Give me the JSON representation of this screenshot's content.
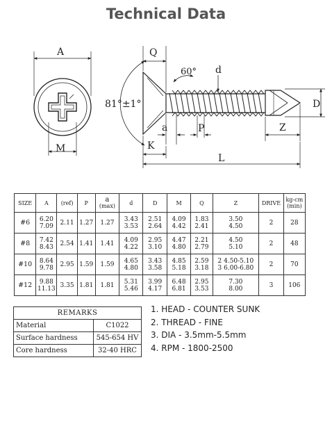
{
  "title": "Technical Data",
  "drawing": {
    "labels": {
      "A": "A",
      "M": "M",
      "Q": "Q",
      "K": "K",
      "L": "L",
      "d": "d",
      "D": "D",
      "a": "a",
      "P": "P",
      "Z": "Z",
      "angle_head": "81°±1°",
      "angle_tip": "60°"
    }
  },
  "spec_table": {
    "headers": {
      "size": "SIZE",
      "A": "A",
      "ref": "(ref)",
      "P": "P",
      "a": "a",
      "a_sub": "(max)",
      "d": "d",
      "D": "D",
      "M": "M",
      "Q": "Q",
      "Z": "Z",
      "drive": "DRIVE",
      "torque": "kg-cm",
      "torque_sub": "(min)"
    },
    "rows": [
      {
        "size": "#6",
        "A": [
          "6.20",
          "7.09"
        ],
        "ref": "2.11",
        "P": "1.27",
        "a": "1.27",
        "d": [
          "3.43",
          "3.53"
        ],
        "D": [
          "2.51",
          "2.64"
        ],
        "M": [
          "4.09",
          "4.42"
        ],
        "Q": [
          "1.83",
          "2.41"
        ],
        "Z": [
          "3.50",
          "4.50"
        ],
        "drive": "2",
        "torque": "28"
      },
      {
        "size": "#8",
        "A": [
          "7.42",
          "8.43"
        ],
        "ref": "2.54",
        "P": "1.41",
        "a": "1.41",
        "d": [
          "4.09",
          "4.22"
        ],
        "D": [
          "2.95",
          "3.10"
        ],
        "M": [
          "4.47",
          "4.80"
        ],
        "Q": [
          "2.21",
          "2.79"
        ],
        "Z": [
          "4.50",
          "5.10"
        ],
        "drive": "2",
        "torque": "48"
      },
      {
        "size": "#10",
        "A": [
          "8.64",
          "9.78"
        ],
        "ref": "2.95",
        "P": "1.59",
        "a": "1.59",
        "d": [
          "4.65",
          "4.80"
        ],
        "D": [
          "3.43",
          "3.58"
        ],
        "M": [
          "4.85",
          "5.18"
        ],
        "Q": [
          "2.59",
          "3.18"
        ],
        "Z": [
          "2  4.50-5.10",
          "3  6.00-6.80"
        ],
        "drive": "2",
        "torque": "70"
      },
      {
        "size": "#12",
        "A": [
          "9.88",
          "11.13"
        ],
        "ref": "3.35",
        "P": "1.81",
        "a": "1.81",
        "d": [
          "5.31",
          "5.46"
        ],
        "D": [
          "3.99",
          "4.17"
        ],
        "M": [
          "6.48",
          "6.81"
        ],
        "Q": [
          "2.95",
          "3.53"
        ],
        "Z": [
          "7.30",
          "8.00"
        ],
        "drive": "3",
        "torque": "106"
      }
    ]
  },
  "remarks": {
    "header": "REMARKS",
    "rows": [
      {
        "label": "Material",
        "value": "C1022"
      },
      {
        "label": "Surface hardness",
        "value": "545-654 HV"
      },
      {
        "label": "Core hardness",
        "value": "32-40  HRC"
      }
    ]
  },
  "notes": [
    "1. HEAD - COUNTER SUNK",
    "2. THREAD - FINE",
    "3. DIA - 3.5mm-5.5mm",
    "4. RPM - 1800-2500"
  ]
}
